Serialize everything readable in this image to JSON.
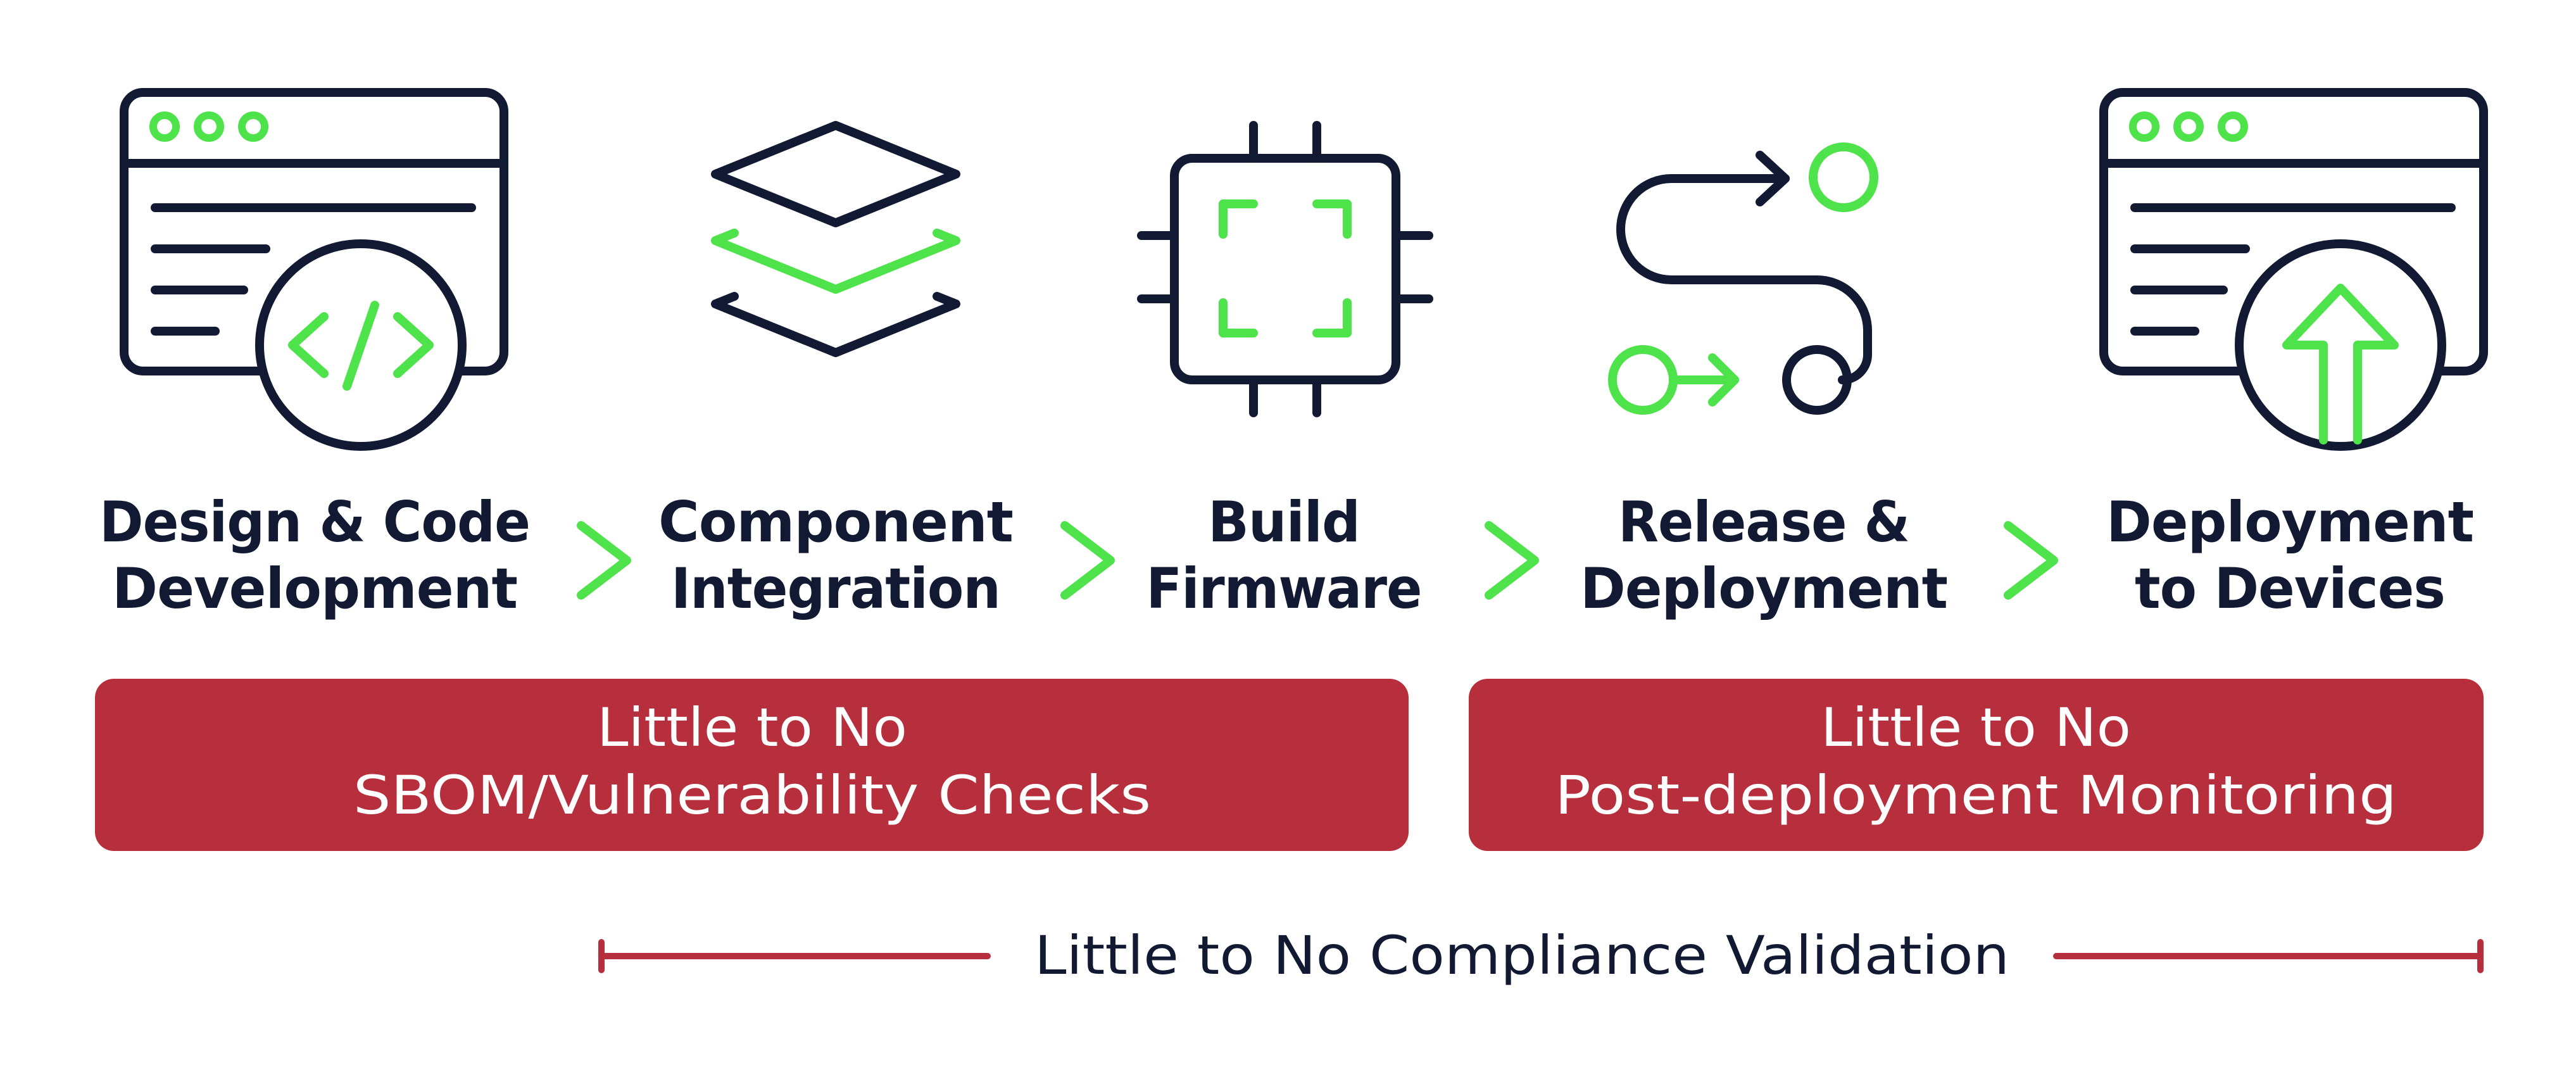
{
  "colors": {
    "navy": "#121a33",
    "green": "#4ee34a",
    "red": "#b72e3c",
    "white": "#ffffff"
  },
  "stages": [
    {
      "icon": "code-window-icon",
      "title_line1": "Design & Code",
      "title_line2": "Development"
    },
    {
      "icon": "layers-icon",
      "title_line1": "Component",
      "title_line2": "Integration"
    },
    {
      "icon": "chip-icon",
      "title_line1": "Build",
      "title_line2": "Firmware"
    },
    {
      "icon": "release-path-icon",
      "title_line1": "Release &",
      "title_line2": "Deployment"
    },
    {
      "icon": "upload-window-icon",
      "title_line1": "Deployment",
      "title_line2": "to Devices"
    }
  ],
  "banners": [
    {
      "line1": "Little to No",
      "line2": "SBOM/Vulnerability Checks"
    },
    {
      "line1": "Little to No",
      "line2": "Post-deployment Monitoring"
    }
  ],
  "compliance": {
    "label": "Little to No Compliance Validation"
  }
}
